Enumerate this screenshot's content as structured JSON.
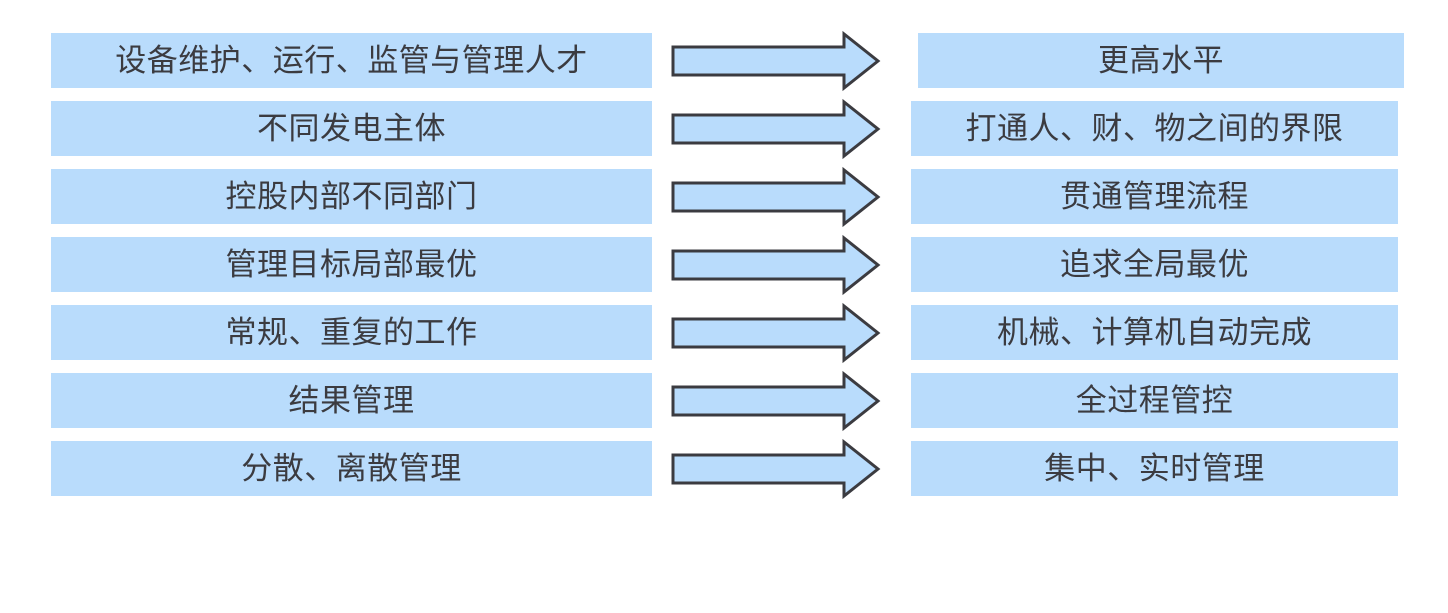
{
  "diagram": {
    "type": "two-column-transformation",
    "title": "",
    "colors": {
      "box_fill": "#b9dcfc",
      "arrow_fill": "#b9dcfc",
      "arrow_stroke": "#3b3b40",
      "text": "#3b3b40",
      "background": "#ffffff"
    },
    "arrow_icon_name": "right-block-arrow",
    "rows": [
      {
        "left": "设备维护、运行、监管与管理人才",
        "arrow": "→",
        "right": "更高水平",
        "right_wide": false
      },
      {
        "left": "不同发电主体",
        "arrow": "→",
        "right": "打通人、财、物之间的界限",
        "right_wide": true
      },
      {
        "left": "控股内部不同部门",
        "arrow": "→",
        "right": "贯通管理流程",
        "right_wide": true
      },
      {
        "left": "管理目标局部最优",
        "arrow": "→",
        "right": "追求全局最优",
        "right_wide": true
      },
      {
        "left": "常规、重复的工作",
        "arrow": "→",
        "right": "机械、计算机自动完成",
        "right_wide": true
      },
      {
        "left": "结果管理",
        "arrow": "→",
        "right": "全过程管控",
        "right_wide": true
      },
      {
        "left": "分散、离散管理",
        "arrow": "→",
        "right": "集中、实时管理",
        "right_wide": true
      }
    ]
  }
}
